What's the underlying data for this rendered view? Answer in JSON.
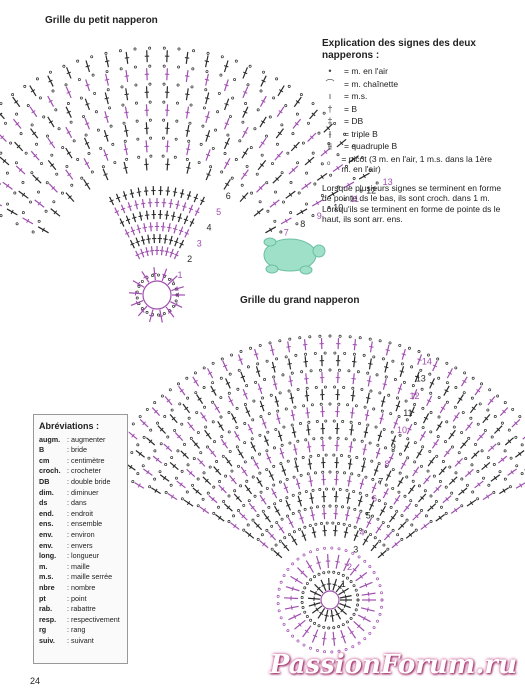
{
  "titles": {
    "small": "Grille du petit napperon",
    "large": "Grille du grand napperon"
  },
  "legend": {
    "heading": "Explication des signes des deux napperons :",
    "items": [
      {
        "symbol": "•",
        "text": "= m. en l'air"
      },
      {
        "symbol": "⌒",
        "text": "= m. chaînette"
      },
      {
        "symbol": "ı",
        "text": "= m.s."
      },
      {
        "symbol": "†",
        "text": "= B"
      },
      {
        "symbol": "‡",
        "text": "= DB"
      },
      {
        "symbol": "⫲",
        "text": "= triple B"
      },
      {
        "symbol": "⫵",
        "text": "= quadruple B"
      },
      {
        "symbol": "ᵒ",
        "text": "= picot (3 m. en l'air, 1 m.s. dans la 1ère m. en l'air)"
      }
    ],
    "note": "Lorsque plusieurs signes se terminent en forme de pointe ds le bas, ils sont croch. dans 1 m. Lorsqu'ils se terminent en forme de pointe ds le haut, ils sont arr. ens."
  },
  "abbreviations": {
    "heading": "Abréviations :",
    "rows": [
      {
        "k": "augm.",
        "v": ": augmenter"
      },
      {
        "k": "B",
        "v": ": bride"
      },
      {
        "k": "cm",
        "v": ": centimètre"
      },
      {
        "k": "croch.",
        "v": ": crocheter"
      },
      {
        "k": "DB",
        "v": ": double bride"
      },
      {
        "k": "dim.",
        "v": ": diminuer"
      },
      {
        "k": "ds",
        "v": ": dans"
      },
      {
        "k": "end.",
        "v": ": endroit"
      },
      {
        "k": "ens.",
        "v": ": ensemble"
      },
      {
        "k": "env.",
        "v": ": environ"
      },
      {
        "k": "env.",
        "v": ": envers"
      },
      {
        "k": "long.",
        "v": ": longueur"
      },
      {
        "k": "m.",
        "v": ": maille"
      },
      {
        "k": "m.s.",
        "v": ": maille serrée"
      },
      {
        "k": "nbre",
        "v": ": nombre"
      },
      {
        "k": "pt",
        "v": ": point"
      },
      {
        "k": "rab.",
        "v": ": rabattre"
      },
      {
        "k": "resp.",
        "v": ": respectivement"
      },
      {
        "k": "rg",
        "v": ": rang"
      },
      {
        "k": "suiv.",
        "v": ": suivant"
      }
    ]
  },
  "small_rounds": [
    "1",
    "2",
    "3",
    "4",
    "5",
    "6",
    "7",
    "8",
    "9",
    "10",
    "11",
    "12",
    "13"
  ],
  "large_rounds": [
    "1",
    "2",
    "3",
    "4",
    "5",
    "6",
    "7",
    "8",
    "9",
    "10",
    "11",
    "12",
    "13",
    "14"
  ],
  "page_number": "24",
  "watermark": "PassionForum.ru",
  "colors": {
    "purple": "#a04fb0",
    "dark": "#2a2a2a",
    "turtle": "#9ee0c8"
  }
}
